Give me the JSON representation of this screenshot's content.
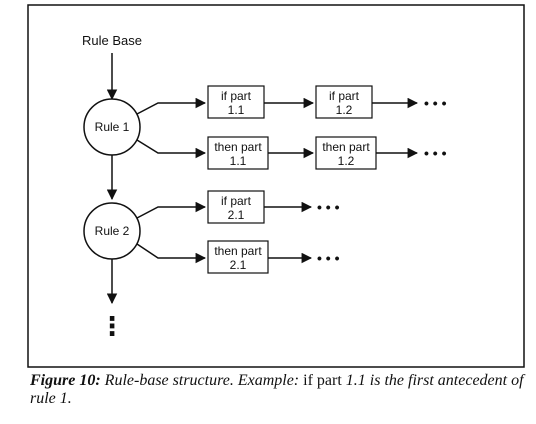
{
  "diagram": {
    "header": "Rule Base",
    "rules": [
      {
        "label": "Rule 1",
        "if_parts": [
          {
            "line1": "if part",
            "line2": "1.1"
          },
          {
            "line1": "if part",
            "line2": "1.2"
          }
        ],
        "then_parts": [
          {
            "line1": "then part",
            "line2": "1.1"
          },
          {
            "line1": "then part",
            "line2": "1.2"
          }
        ]
      },
      {
        "label": "Rule 2",
        "if_parts": [
          {
            "line1": "if part",
            "line2": "2.1"
          }
        ],
        "then_parts": [
          {
            "line1": "then part",
            "line2": "2.1"
          }
        ]
      }
    ],
    "ellipsis": "• • •",
    "vertical_ellipsis": "⋮"
  },
  "caption": {
    "figure_label": "Figure 10:",
    "text_a": "Rule-base structure. Example:",
    "text_b": "if part",
    "text_c": "1.1 is the first antecedent of rule 1."
  }
}
